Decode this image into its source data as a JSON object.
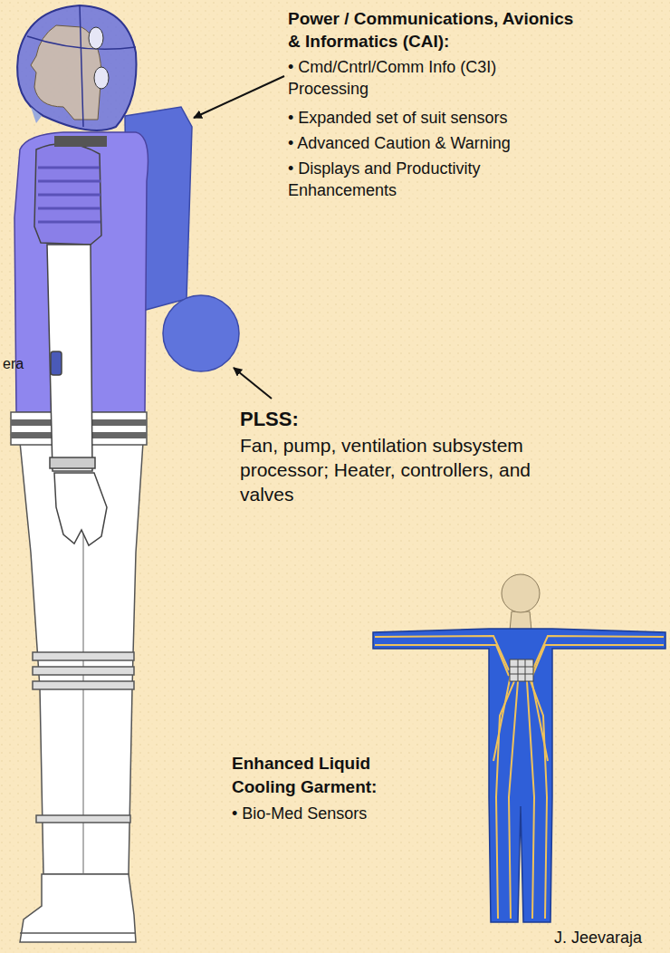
{
  "diagram": {
    "labels": [
      "Power / Communications, Avionics & Informatics (CAI):",
      "• Cmd/Cntrl/Comm Info (C3I) Processing",
      "• Expanded set of suit sensors",
      "• Advanced Caution & Warning",
      "• Displays and Productivity Enhancements",
      "PLSS:",
      "Fan, pump, ventilation subsystem processor; Heater, controllers, and valves",
      "Enhanced Liquid Cooling Garment:",
      "• Bio-Med Sensors",
      "era",
      "J. Jeevaraja"
    ]
  }
}
